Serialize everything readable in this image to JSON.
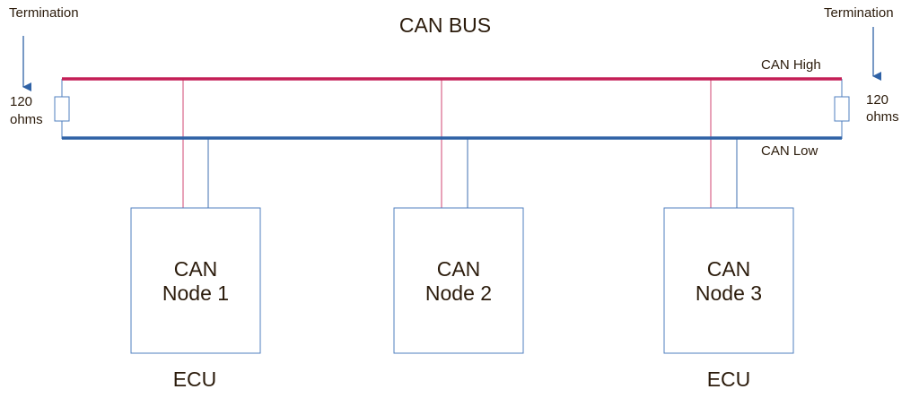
{
  "title": "CAN BUS",
  "bus": {
    "high_label": "CAN High",
    "low_label": "CAN Low",
    "high_color": "#c41e56",
    "low_color": "#2f62a6",
    "stub_high_color": "#d24670",
    "stub_low_color": "#3f6fb0",
    "box_color": "#4f7fbf"
  },
  "terminations": {
    "left": {
      "label": "Termination",
      "resistance_value": "120",
      "resistance_unit": "ohms"
    },
    "right": {
      "label": "Termination",
      "resistance_value": "120",
      "resistance_unit": "ohms"
    }
  },
  "nodes": [
    {
      "line1": "CAN",
      "line2": "Node 1",
      "caption": "ECU"
    },
    {
      "line1": "CAN",
      "line2": "Node 2",
      "caption": ""
    },
    {
      "line1": "CAN",
      "line2": "Node 3",
      "caption": "ECU"
    }
  ]
}
